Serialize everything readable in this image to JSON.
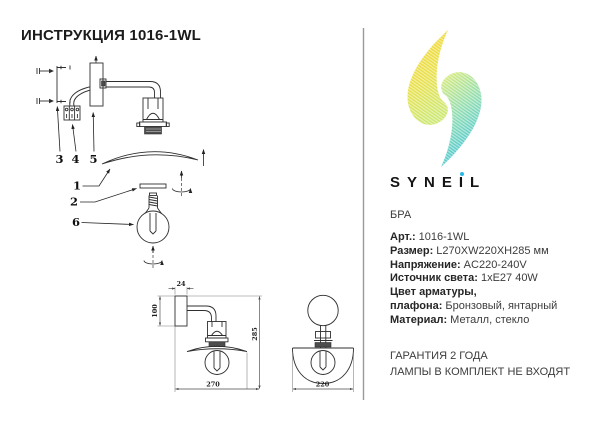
{
  "title": "ИНСТРУКЦИЯ 1016-1WL",
  "assembly": {
    "part_labels": {
      "shade": "1",
      "ring": "2",
      "bracket": "3",
      "terminal": "4",
      "plate": "5",
      "bulb": "6"
    }
  },
  "drawings": {
    "side_view": {
      "plate_depth": "24",
      "plate_height": "100",
      "total_height": "285",
      "total_depth": "270"
    },
    "front_view": {
      "width": "220"
    }
  },
  "logo": {
    "brand_pre": "SYNE",
    "brand_i": "I",
    "brand_post": "L",
    "accent_color": "#2bb8e6",
    "accent_style": "background:#2bb8e6",
    "gradient_yellow": "#f4d52c",
    "gradient_cyan": "#3cc2db"
  },
  "product": {
    "category": "БРА",
    "specs": [
      {
        "label": "Арт.:",
        "value": "1016-1WL"
      },
      {
        "label": "Размер:",
        "value": "L270XW220XH285 мм"
      },
      {
        "label": "Напряжение:",
        "value": "AC220-240V"
      },
      {
        "label": "Источник света:",
        "value": "1xE27 40W"
      },
      {
        "label": "Цвет арматуры, плафона:",
        "value": "Бронзовый, янтарный"
      },
      {
        "label": "Материал:",
        "value": "Металл, стекло"
      }
    ]
  },
  "footer": {
    "warranty": "ГАРАНТИЯ 2 ГОДА",
    "note": "ЛАМПЫ В КОМПЛЕКТ НЕ ВХОДЯТ"
  }
}
